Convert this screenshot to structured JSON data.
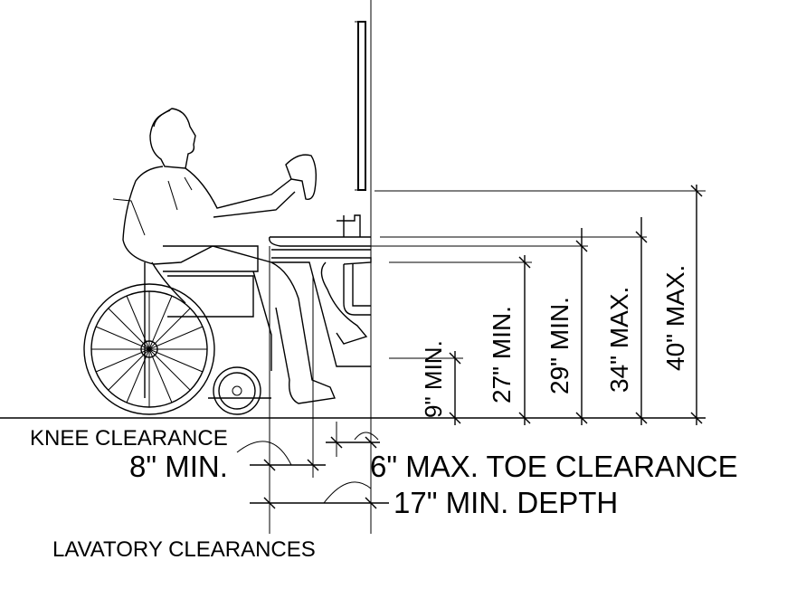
{
  "labels": {
    "knee_clearance": "KNEE CLEARANCE",
    "knee_min": "8\" MIN.",
    "toe_clearance": "6\" MAX. TOE CLEARANCE",
    "depth": "17\" MIN. DEPTH",
    "caption": "LAVATORY CLEARANCES"
  },
  "heights": {
    "nine_min": "9\" MIN.",
    "twenty_seven_min": "27\" MIN.",
    "twenty_nine_min": "29\" MIN.",
    "thirty_four_max": "34\" MAX.",
    "forty_max": "40\" MAX."
  },
  "figure": "wheelchair-user-at-lavatory"
}
